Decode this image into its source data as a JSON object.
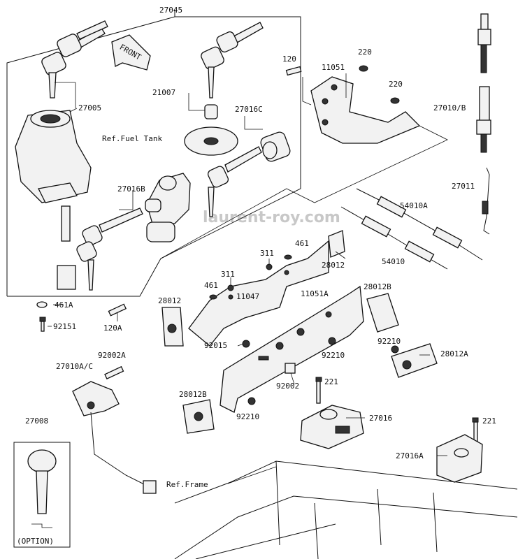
{
  "labels": {
    "p27045": "27045",
    "p27005": "27005",
    "p21007": "21007",
    "p27016c": "27016C",
    "ref_fuel_tank": "Ref.Fuel Tank",
    "p27016b": "27016B",
    "front": "FRONT",
    "p461a": "461A",
    "p92151": "92151",
    "p120a": "120A",
    "p120": "120",
    "p11051": "11051",
    "p220_top": "220",
    "p220_mid": "220",
    "p27010b": "27010/B",
    "p27011": "27011",
    "p54010a": "54010A",
    "p54010": "54010",
    "p461_top": "461",
    "p311_top": "311",
    "p28012_top": "28012",
    "p311_mid": "311",
    "p461_mid": "461",
    "p11047": "11047",
    "p11051a": "11051A",
    "p28012b_top": "28012B",
    "p28012_left": "28012",
    "p92015": "92015",
    "p92210_mid": "92210",
    "p92210_right": "92210",
    "p28012a": "28012A",
    "p92002a": "92002A",
    "p27010ac": "27010A/C",
    "p92002": "92002",
    "p221_mid": "221",
    "p28012b_low": "28012B",
    "p92210_low": "92210",
    "p27016": "27016",
    "p27008": "27008",
    "p221_right": "221",
    "p27016a": "27016A",
    "ref_frame": "Ref.Frame",
    "option": "(OPTION)"
  },
  "watermark": "laurent-roy.com"
}
